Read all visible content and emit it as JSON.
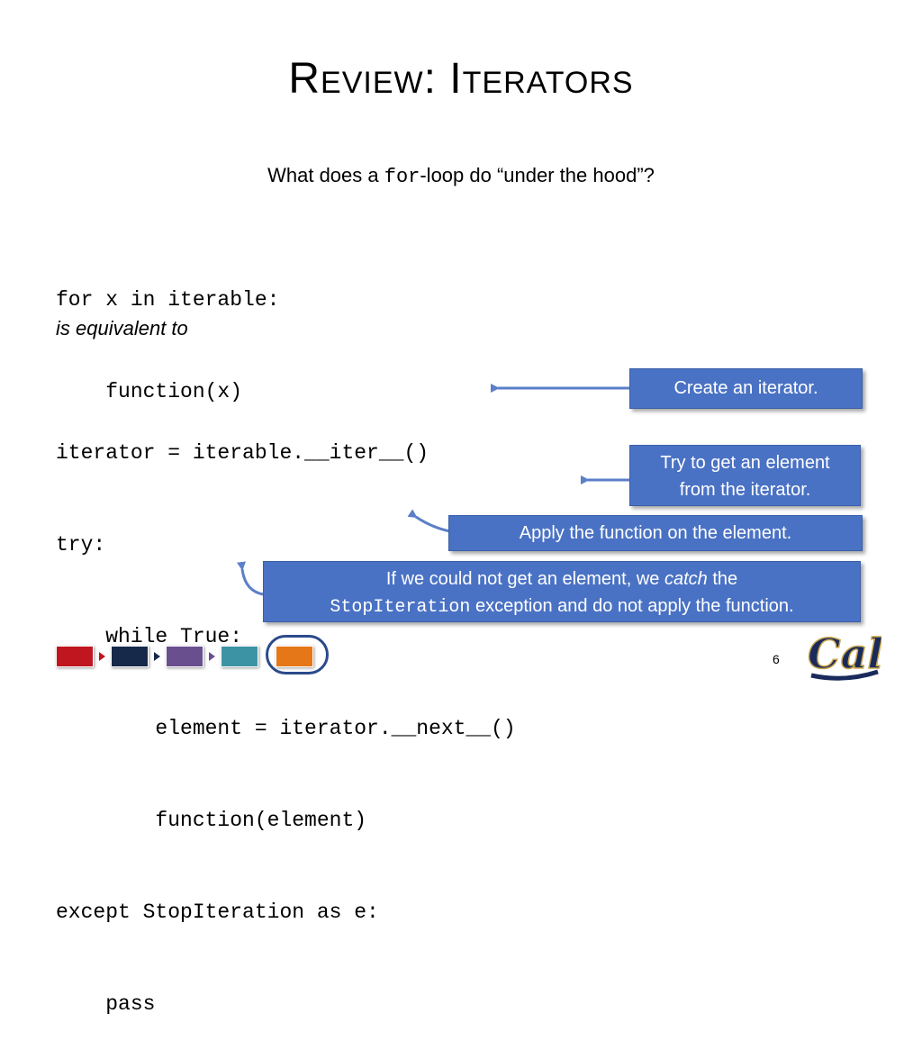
{
  "slide": {
    "title": "Review: Iterators",
    "subtitle_pre": "What does a ",
    "subtitle_code": "for",
    "subtitle_post": "-loop do “under the hood”?",
    "code1": [
      "for x in iterable:",
      "    function(x)"
    ],
    "equivalent_text": "is equivalent to",
    "code2": [
      "iterator = iterable.__iter__()",
      "try:",
      "    while True:",
      "        element = iterator.__next__()",
      "        function(element)",
      "except StopIteration as e:",
      "    pass"
    ],
    "page_number": "6"
  },
  "callouts": {
    "create": "Create an iterator.",
    "next_line1": "Try to get an element",
    "next_line2": "from the iterator.",
    "apply": "Apply the function on the element.",
    "catch_pre": "If we could not get an element, we ",
    "catch_em": "catch",
    "catch_post": " the",
    "catch_code": "StopIteration",
    "catch_tail": " exception and do not apply the function."
  },
  "nav": {
    "colors": [
      "#c0161f",
      "#16294a",
      "#6a4f8f",
      "#3b93a4",
      "#e57718"
    ],
    "current_index": 4
  },
  "logo": {
    "text": "Cal",
    "color": "#1a2a5c"
  },
  "accent": {
    "callout_bg": "#4a72c4",
    "arrow": "#5b7fc8"
  }
}
